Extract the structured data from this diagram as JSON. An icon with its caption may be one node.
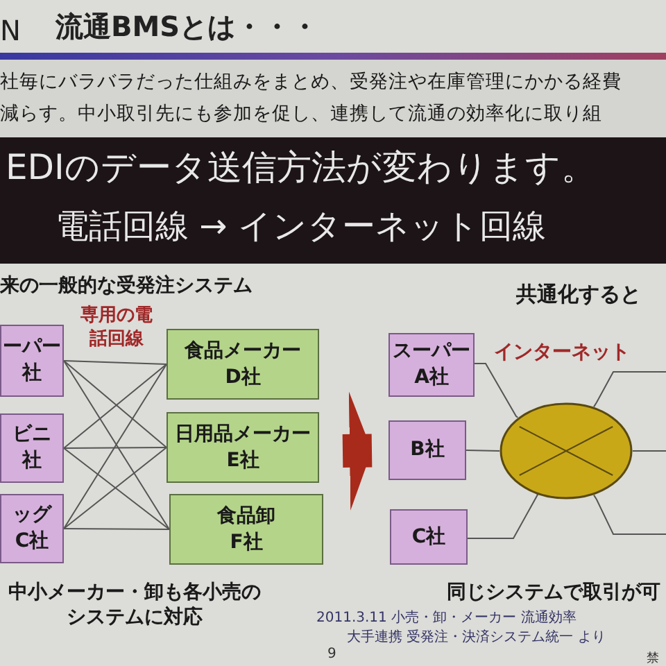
{
  "diagram": {
    "title": "流通BMSとは・・・",
    "nodes": [
      {
        "text": [
          "ーパー社"
        ]
      },
      {
        "text": [
          "ビニ社"
        ]
      },
      {
        "text": [
          "ッグC社"
        ]
      },
      {
        "text": [
          "食品メーカーD社"
        ]
      },
      {
        "text": [
          "日用品メーカーE社"
        ]
      },
      {
        "text": [
          "食品卸F社"
        ]
      },
      {
        "text": [
          "スーパーA社"
        ]
      },
      {
        "text": [
          "B社"
        ]
      },
      {
        "text": [
          "C社"
        ]
      },
      {
        "text": [],
        "shape": "ellipse"
      }
    ],
    "edges": [
      {
        "from": 0,
        "to": 3,
        "arrow": "none"
      },
      {
        "from": 0,
        "to": 4,
        "arrow": "none"
      },
      {
        "from": 0,
        "to": 5,
        "arrow": "none"
      },
      {
        "from": 1,
        "to": 3,
        "arrow": "none"
      },
      {
        "from": 1,
        "to": 4,
        "arrow": "none"
      },
      {
        "from": 1,
        "to": 5,
        "arrow": "none"
      },
      {
        "from": 2,
        "to": 3,
        "arrow": "none"
      },
      {
        "from": 2,
        "to": 4,
        "arrow": "none"
      },
      {
        "from": 2,
        "to": 5,
        "arrow": "none"
      },
      {
        "from": 6,
        "to": 9,
        "arrow": "none"
      },
      {
        "from": 7,
        "to": 9,
        "arrow": "none"
      },
      {
        "from": 8,
        "to": 9,
        "arrow": "none"
      },
      {
        "from": 9,
        "to": null,
        "arrow": "none"
      },
      {
        "from": 9,
        "to": null,
        "arrow": "none"
      },
      {
        "from": 9,
        "to": null,
        "arrow": "none"
      },
      {
        "from": null,
        "to": 7,
        "arrow": "to",
        "style": "thick",
        "color": "#a82a1a"
      }
    ],
    "labels": [
      "N",
      "社毎にバラバラだった仕組みをまとめ、受発注や在庫管理にかかる経費",
      "減らす。中小取引先にも参加を促し、連携して流通の効率化に取り組",
      "EDIのデータ送信方法が変わります。",
      "電話回線 → インターネット回線",
      "来の一般的な受発注システム",
      "専用の電話回線",
      "共通化すると",
      "インターネット",
      "中小メーカー・卸も各小売のシステムに対応",
      "同じシステムで取引が可",
      "2011.3.11 小売・卸・メーカー 流通効率",
      "大手連携 受発注・決済システム統一 より",
      "9",
      "禁"
    ]
  }
}
